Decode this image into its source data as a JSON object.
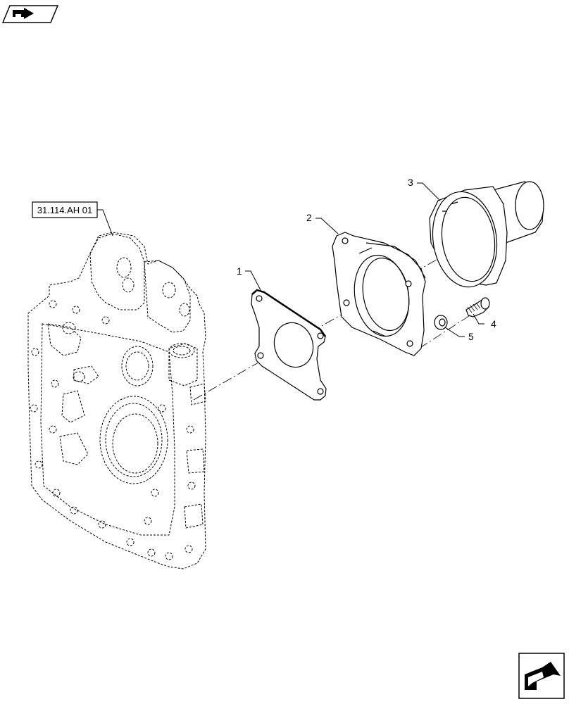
{
  "reference_box": {
    "label": "31.114.AH 01"
  },
  "callouts": [
    {
      "id": "1",
      "text": "1"
    },
    {
      "id": "2",
      "text": "2"
    },
    {
      "id": "3",
      "text": "3"
    },
    {
      "id": "4",
      "text": "4"
    },
    {
      "id": "5",
      "text": "5"
    }
  ],
  "icons": {
    "top_left": "previous-page-arrow-icon",
    "bottom_right": "next-page-arrow-icon"
  },
  "colors": {
    "line": "#000000",
    "background": "#ffffff",
    "icon_fill": "#000000"
  }
}
